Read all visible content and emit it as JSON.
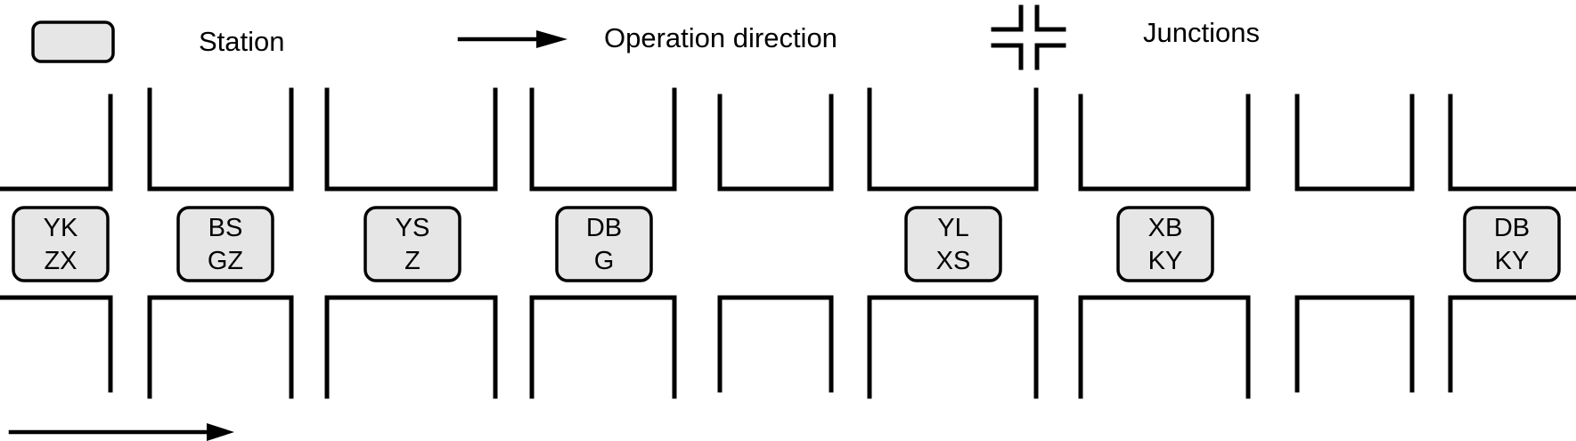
{
  "legend": {
    "station_label": "Station",
    "direction_label": "Operation direction",
    "junction_label": "Junctions"
  },
  "stations": [
    {
      "line1": "YK",
      "line2": "ZX"
    },
    {
      "line1": "BS",
      "line2": "GZ"
    },
    {
      "line1": "YS",
      "line2": "Z"
    },
    {
      "line1": "DB",
      "line2": "G"
    },
    {
      "line1": "YL",
      "line2": "XS"
    },
    {
      "line1": "XB",
      "line2": "KY"
    },
    {
      "line1": "DB",
      "line2": "KY"
    }
  ],
  "colors": {
    "line": "#000000",
    "station_fill": "#e6e6e6",
    "background": "#ffffff"
  }
}
